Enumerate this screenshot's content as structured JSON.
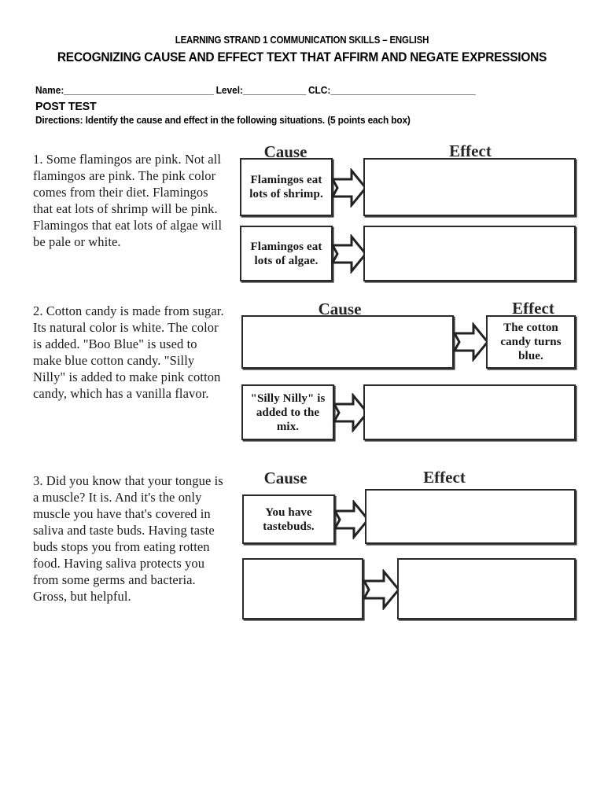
{
  "header": {
    "strand_line": "LEARNING STRAND 1 COMMUNICATION SKILLS – ENGLISH",
    "title": "RECOGNIZING CAUSE AND EFFECT TEXT THAT AFFIRM AND NEGATE EXPRESSIONS",
    "name_label": "Name:",
    "name_blank": "_______________________________",
    "level_label": "Level:",
    "level_blank": "_____________",
    "clc_label": "CLC:",
    "clc_blank": "______________________________",
    "post_test": "POST TEST",
    "directions": "Directions: Identify the cause and effect in the following situations. (5 points each box)"
  },
  "labels": {
    "cause": "Cause",
    "effect": "Effect"
  },
  "items": [
    {
      "number": "1",
      "passage": "1. Some flamingos are pink. Not all flamingos are pink. The pink color comes from their diet. Flamingos that eat lots of shrimp will be pink. Flamingos that eat lots of algae will be pale or white.",
      "rows": [
        {
          "cause": "Flamingos eat lots of shrimp.",
          "effect": ""
        },
        {
          "cause": "Flamingos eat lots of algae.",
          "effect": ""
        }
      ]
    },
    {
      "number": "2",
      "passage": "2. Cotton candy is made from sugar. Its natural color is white. The color is added. \"Boo Blue\" is used to make blue cotton candy. \"Silly Nilly\" is added to make pink cotton candy, which has a vanilla flavor.",
      "rows": [
        {
          "cause": "",
          "effect": "The cotton candy turns blue."
        },
        {
          "cause": "\"Silly Nilly\" is added to the mix.",
          "effect": ""
        }
      ]
    },
    {
      "number": "3",
      "passage": "3. Did you know that your tongue is a muscle? It is. And it's the only muscle you have that's covered in saliva and taste buds. Having taste buds stops you from eating rotten food. Having saliva protects you from some germs and bacteria. Gross, but helpful.",
      "rows": [
        {
          "cause": "You have tastebuds.",
          "effect": ""
        },
        {
          "cause": "",
          "effect": ""
        }
      ]
    }
  ]
}
